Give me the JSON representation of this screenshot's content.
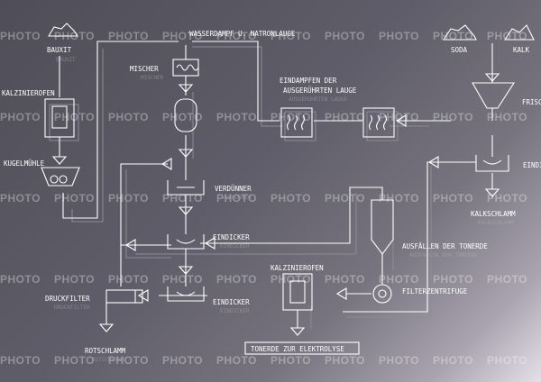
{
  "labels": {
    "bauxit": "BAUXIT",
    "wasserdampf": "WASSERDAMPF U. NATRONLAUGE",
    "soda": "SODA",
    "kalk": "KALK",
    "kalzinierofen_top": "KALZINIEROFEN",
    "mischer": "MISCHER",
    "eindampfen_1": "EINDAMPFEN DER",
    "eindampfen_2": "AUSGERÜHRTEN LAUGE",
    "frisch": "FRISC",
    "kugelmuehle": "KUGELMÜHLE",
    "eindi_right": "EINDI",
    "verduenner": "VERDÜNNER",
    "kalkschlamm": "KALKSCHLAMM",
    "eindicker_1": "EINDICKER",
    "ausfaellen": "AUSFÄLLEN DER TONERDE",
    "kalzinierofen_bottom": "KALZINIEROFEN",
    "druckfilter": "DRUCKFILTER",
    "eindicker_2": "EINDICKER",
    "filterzentrifuge": "FILTERZENTRIFUGE",
    "rotschlamm": "ROTSCHLAMM",
    "tonerde": "TONERDE ZUR ELEKTROLYSE"
  },
  "watermark": "PHOTO",
  "colors": {
    "line": "#ffffff",
    "shadow": "#8e8b98"
  }
}
